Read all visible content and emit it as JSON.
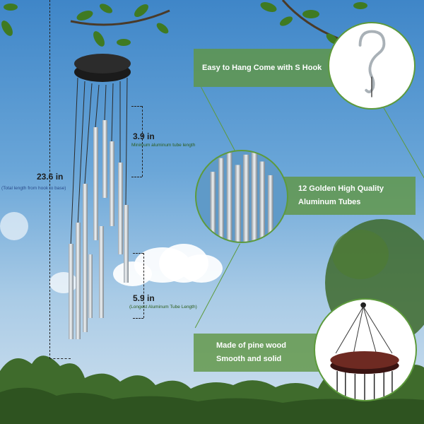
{
  "dimensions": {
    "total": {
      "value": "23.6 in",
      "caption": "(Total length from hook to base)"
    },
    "min_tube": {
      "value": "3.9 in",
      "caption": "Minimum aluminum tube length"
    },
    "max_tube": {
      "value": "5.9 in",
      "caption": "(Longest Aluminum Tube Length)"
    }
  },
  "features": [
    {
      "text": "Easy to Hang Come with S Hook"
    },
    {
      "line1": "12 Golden High Quality",
      "line2": "Aluminum Tubes"
    },
    {
      "line1": "Made of pine wood",
      "line2": "Smooth and solid"
    }
  ],
  "colors": {
    "banner": "#609646",
    "circle_border": "#5d9a3c",
    "sky": "#4a8fcf"
  }
}
